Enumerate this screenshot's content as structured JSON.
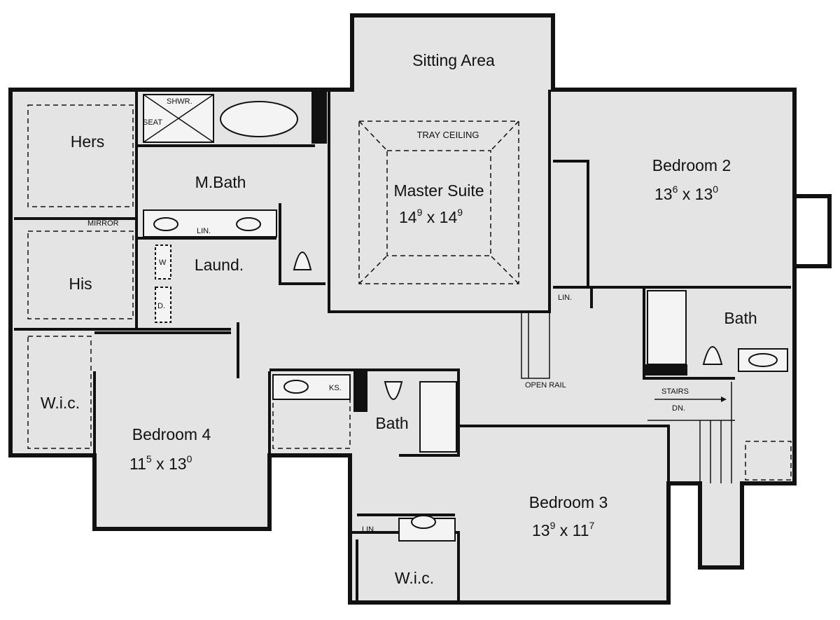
{
  "title": "Second floor plan",
  "colors": {
    "floor": "#e4e4e4",
    "wall": "#111111",
    "background": "#ffffff"
  },
  "rooms": {
    "sitting_area": {
      "name": "Sitting Area"
    },
    "tray_ceiling": {
      "name": "TRAY CEILING"
    },
    "master_suite": {
      "name": "Master Suite",
      "w_ft": "14",
      "w_in": "9",
      "d_ft": " x 14",
      "d_in": "9"
    },
    "bedroom2": {
      "name": "Bedroom 2",
      "w_ft": "13",
      "w_in": "6",
      "d_ft": " x 13",
      "d_in": "0"
    },
    "bedroom3": {
      "name": "Bedroom 3",
      "w_ft": "13",
      "w_in": "9",
      "d_ft": " x 11",
      "d_in": "7"
    },
    "bedroom4": {
      "name": "Bedroom 4",
      "w_ft": "11",
      "w_in": "5",
      "d_ft": " x 13",
      "d_in": "0"
    },
    "hers": {
      "name": "Hers"
    },
    "his": {
      "name": "His"
    },
    "mirror": {
      "name": "MIRROR"
    },
    "shower": {
      "name": "SHWR."
    },
    "seat": {
      "name": "SEAT"
    },
    "master_bath": {
      "name": "M.Bath"
    },
    "master_lin": {
      "name": "LIN."
    },
    "laundry": {
      "name": "Laund."
    },
    "washer": {
      "name": "W"
    },
    "dryer": {
      "name": "D."
    },
    "hall_lin": {
      "name": "LIN."
    },
    "bath2": {
      "name": "Bath"
    },
    "open_rail": {
      "name": "OPEN RAIL"
    },
    "stairs": {
      "name": "STAIRS",
      "direction": "DN."
    },
    "wic_left": {
      "name": "W.i.c."
    },
    "ks": {
      "name": "KS."
    },
    "bath_shared": {
      "name": "Bath"
    },
    "lower_lin": {
      "name": "LIN."
    },
    "wic_lower": {
      "name": "W.i.c."
    }
  }
}
